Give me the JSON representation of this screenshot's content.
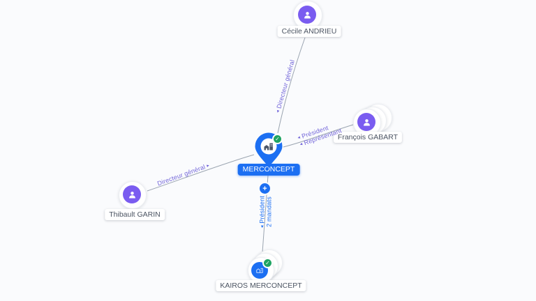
{
  "app": {
    "type": "company-officers-network-graph"
  },
  "colors": {
    "background": "#fafbfd",
    "company_blue": "#1c6ff2",
    "person_purple": "#7a5cf0",
    "verified_green": "#1fa463",
    "edge_line": "#9aa4b0",
    "edge_label_purple": "#7164d9",
    "edge_label_blue": "#1c6ff2",
    "node_label_text": "#4a5361"
  },
  "nodes": {
    "merconcept": {
      "label": "MERCONCEPT",
      "type": "company",
      "verified": true
    },
    "cecile_andrieu": {
      "label": "Cécile ANDRIEU",
      "type": "person"
    },
    "francois_gabart": {
      "label": "François GABART",
      "type": "person"
    },
    "thibault_garin": {
      "label": "Thibault GARIN",
      "type": "person"
    },
    "kairos_merconcept": {
      "label": "KAIROS MERCONCEPT",
      "type": "company",
      "verified": true
    }
  },
  "edges": {
    "cecile_to_merconcept": {
      "label": "Directeur général",
      "arrow": "◂"
    },
    "thibault_to_merconcept": {
      "label": "Directeur général",
      "arrow": "▸"
    },
    "francois_to_merconcept": {
      "line1": "Président",
      "line2": "Représentant",
      "arrow": "◂"
    },
    "merconcept_to_kairos": {
      "line1": "Président",
      "line2": "2 mandats",
      "arrow": "◂"
    }
  },
  "controls": {
    "expand_button": "+"
  },
  "icons": {
    "check": "✓"
  }
}
